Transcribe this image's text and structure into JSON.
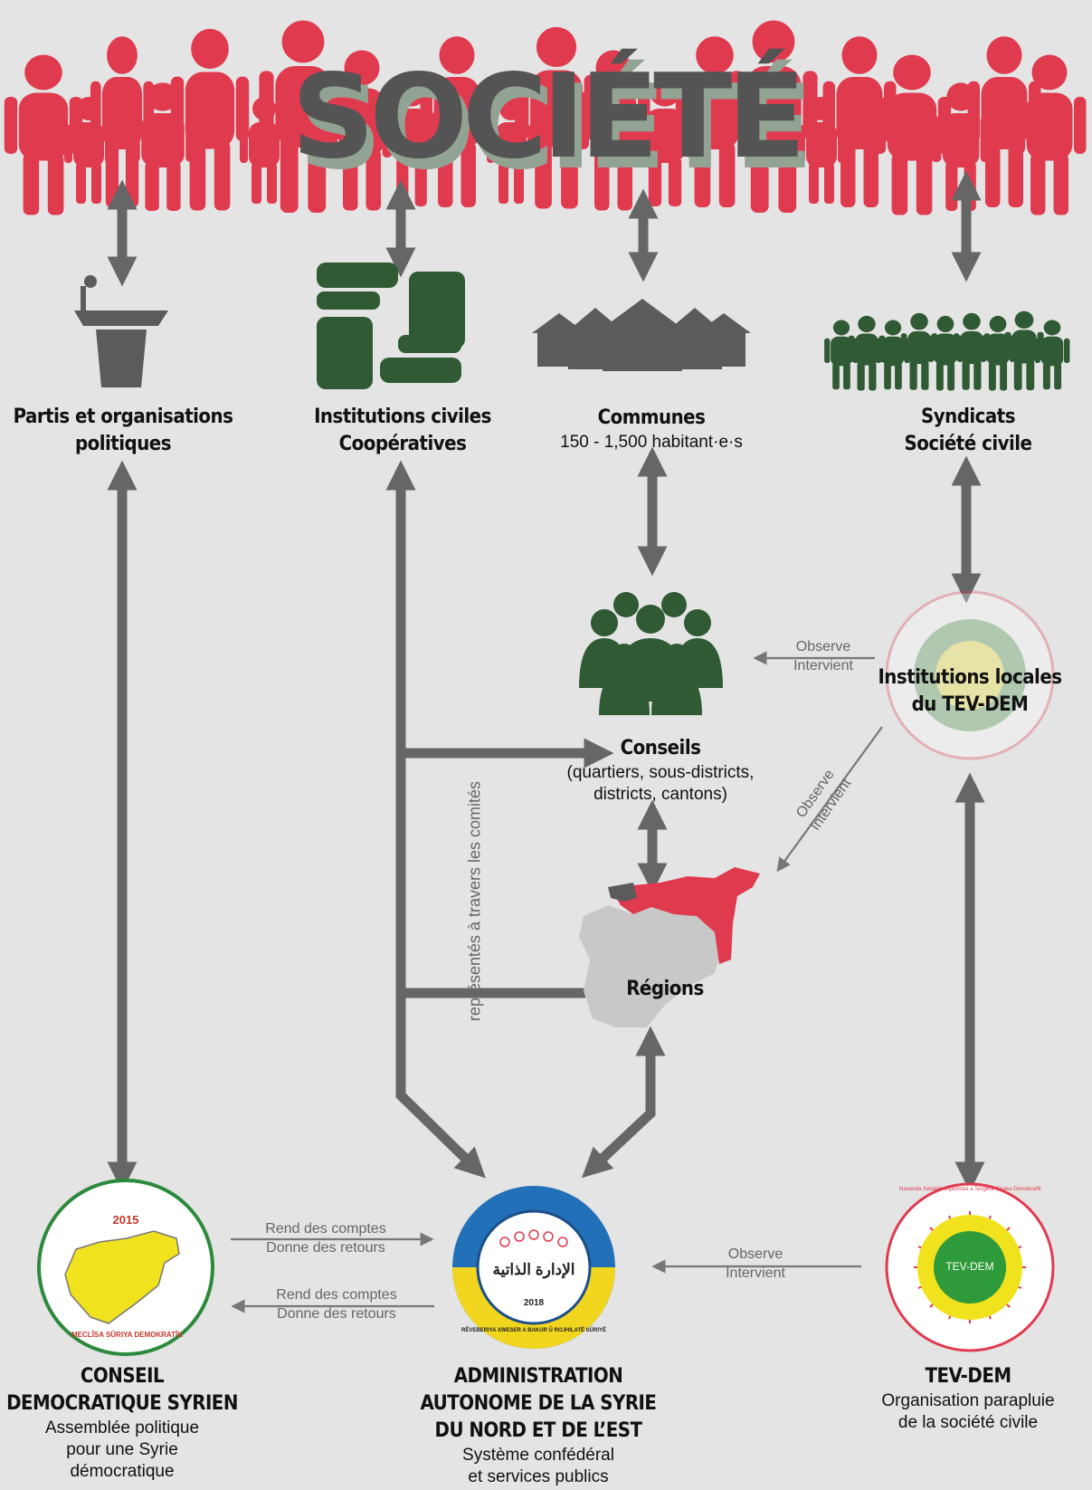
{
  "title": "SOCIÉTÉ",
  "nodes": {
    "partis": {
      "line1": "Partis et organisations",
      "line2": "politiques"
    },
    "institutions": {
      "line1": "Institutions civiles",
      "line2": "Coopératives"
    },
    "communes": {
      "line1": "Communes",
      "line2": "150 - 1,500 habitant·e·s"
    },
    "syndicats": {
      "line1": "Syndicats",
      "line2": "Société civile"
    },
    "conseils": {
      "title": "Conseils",
      "line1": "(quartiers, sous-districts,",
      "line2": "districts, cantons)"
    },
    "institutions_locales": {
      "line1": "Institutions locales",
      "line2": "du TEV-DEM"
    },
    "regions": {
      "title": "Régions"
    },
    "cds": {
      "line1": "CONSEIL",
      "line2": "DEMOCRATIQUE SYRIEN",
      "desc1": "Assemblée politique",
      "desc2": "pour une Syrie",
      "desc3": "démocratique"
    },
    "aanes": {
      "line1": "ADMINISTRATION",
      "line2": "AUTONOME DE LA SYRIE",
      "line3": "DU NORD ET DE L’EST",
      "desc1": "Système confédéral",
      "desc2": "et services publics"
    },
    "tevdem": {
      "line1": "TEV-DEM",
      "desc1": "Organisation parapluie",
      "desc2": "de la société civile"
    }
  },
  "edges": {
    "observe": "Observe",
    "intervient": "Intervient",
    "rend": "Rend des comptes",
    "donne": "Donne des retours",
    "represented": "représentés à travers les comités"
  },
  "logos": {
    "cds_year": "2015",
    "cds_ring": "MECLÎSA SÛRIYA DEMOKRATÎK",
    "aanes_year": "2018",
    "aanes_center": "الإدارة الذاتية",
    "aanes_ring": "RÊVEBERIYA XWESER A BAKUR Û ROJHILATÊ SÛRIYÊ",
    "tevdem_center": "TEV-DEM",
    "tevdem_ring": "Navenda Xebatên Diplomasî a Tevgera Civaka Demokratîk"
  },
  "colors": {
    "accent_red": "#e03a4f",
    "dark_green": "#2f5a34",
    "arrow_gray": "#666666",
    "icon_gray": "#5b5b5b",
    "background": "#e4e4e4"
  }
}
